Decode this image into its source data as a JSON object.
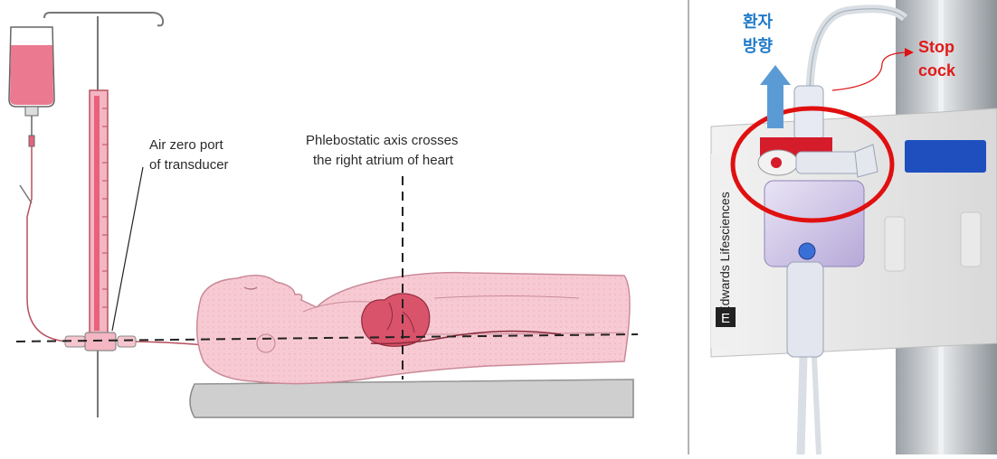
{
  "left_panel": {
    "label_air_zero": [
      "Air zero port",
      "of transducer"
    ],
    "label_phlebostatic": [
      "Phlebostatic axis crosses",
      "the right atrium of heart"
    ]
  },
  "right_panel": {
    "patient_direction": [
      "환자",
      "방향"
    ],
    "stopcock": [
      "Stop",
      "cock"
    ],
    "brand": "Edwards Lifesciences",
    "logo_letter": "E"
  },
  "colors": {
    "skin": "#f6c6cf",
    "skin_outline": "#c98a98",
    "heart": "#d9536b",
    "blood": "#e8627c",
    "stopcock_red": "#d41c2b",
    "highlight_circle": "#e01010",
    "arrow_blue": "#5b9bd5",
    "clamp_blue": "#1f4fbf"
  }
}
